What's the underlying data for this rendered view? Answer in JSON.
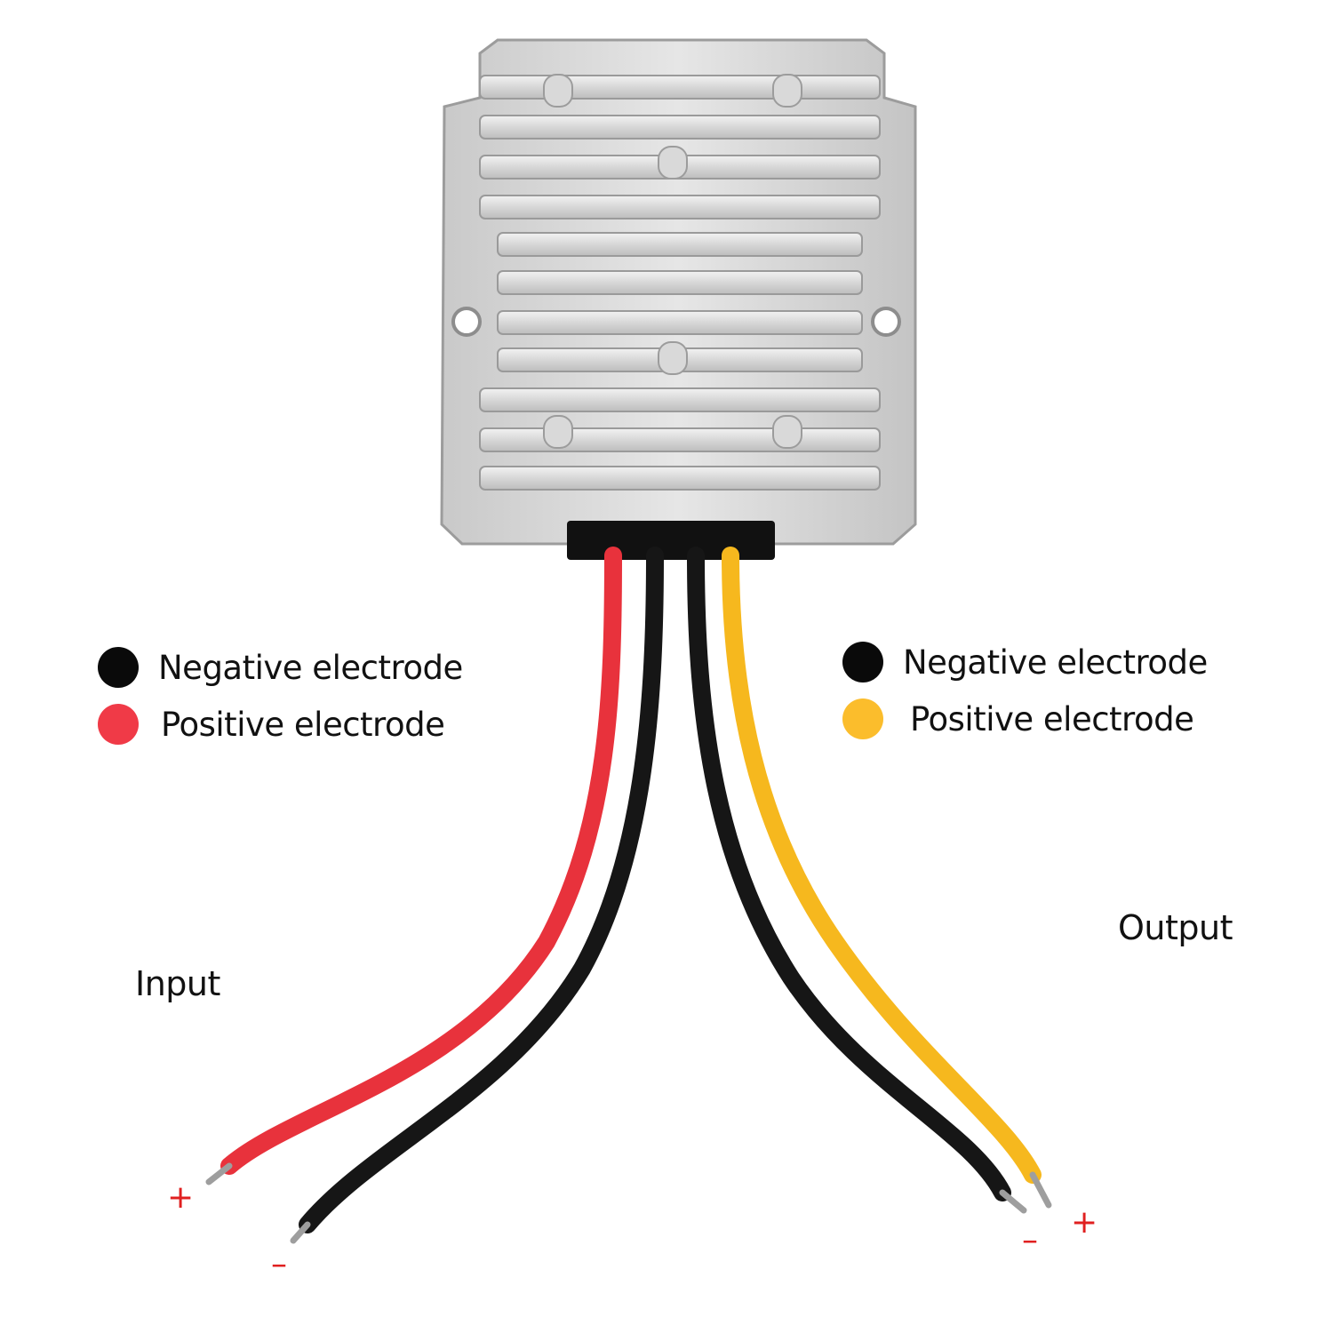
{
  "legend_input": {
    "negative": {
      "label": "Negative electrode",
      "color": "#0a0a0a"
    },
    "positive": {
      "label": "Positive electrode",
      "color": "#f03a47"
    }
  },
  "legend_output": {
    "negative": {
      "label": "Negative electrode",
      "color": "#0a0a0a"
    },
    "positive": {
      "label": "Positive electrode",
      "color": "#fbbd2c"
    }
  },
  "labels": {
    "input": "Input",
    "output": "Output",
    "input_plus": "+",
    "input_minus": "–",
    "output_minus": "–",
    "output_plus": "+"
  },
  "wire_colors": {
    "input_positive": "#e8323c",
    "input_negative": "#161616",
    "output_negative": "#161616",
    "output_positive": "#f6b81e"
  },
  "sign_colors": {
    "plus": "#e02020",
    "minus": "#e02020"
  }
}
